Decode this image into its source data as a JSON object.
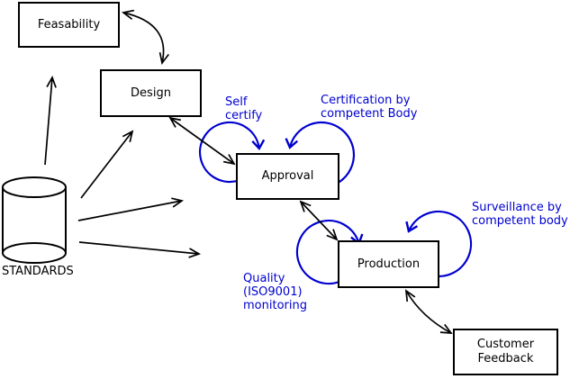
{
  "nodes": {
    "feasability": {
      "label": "Feasability"
    },
    "design": {
      "label": "Design"
    },
    "approval": {
      "label": "Approval"
    },
    "production": {
      "label": "Production"
    },
    "customer_feedback": {
      "line1": "Customer",
      "line2": "Feedback"
    },
    "standards": {
      "label": "STANDARDS"
    }
  },
  "annotations": {
    "self_certify": {
      "line1": "Self",
      "line2": "certify"
    },
    "certification": {
      "line1": "Certification by",
      "line2": "competent Body"
    },
    "surveillance": {
      "line1": "Surveillance by",
      "line2": "competent body"
    },
    "quality_monitoring": {
      "line1": "Quality",
      "line2": "(ISO9001)",
      "line3": "monitoring"
    }
  },
  "edges": [
    {
      "from": "standards",
      "to": "feasability",
      "style": "single-arrow"
    },
    {
      "from": "standards",
      "to": "design",
      "style": "single-arrow"
    },
    {
      "from": "standards",
      "to": "approval",
      "style": "single-arrow"
    },
    {
      "from": "standards",
      "to": "production",
      "style": "single-arrow"
    },
    {
      "from": "feasability",
      "to": "design",
      "style": "double-arrow"
    },
    {
      "from": "design",
      "to": "approval",
      "style": "double-arrow"
    },
    {
      "from": "approval",
      "to": "production",
      "style": "double-arrow"
    },
    {
      "from": "production",
      "to": "customer_feedback",
      "style": "double-arrow"
    },
    {
      "node": "approval",
      "loop": "self_certify"
    },
    {
      "node": "approval",
      "loop": "certification"
    },
    {
      "node": "production",
      "loop": "quality_monitoring"
    },
    {
      "node": "production",
      "loop": "surveillance"
    }
  ],
  "colors": {
    "annotation_blue": "#0000d0",
    "line_black": "#000000",
    "background": "#ffffff",
    "node_fill": "#ffffff"
  }
}
